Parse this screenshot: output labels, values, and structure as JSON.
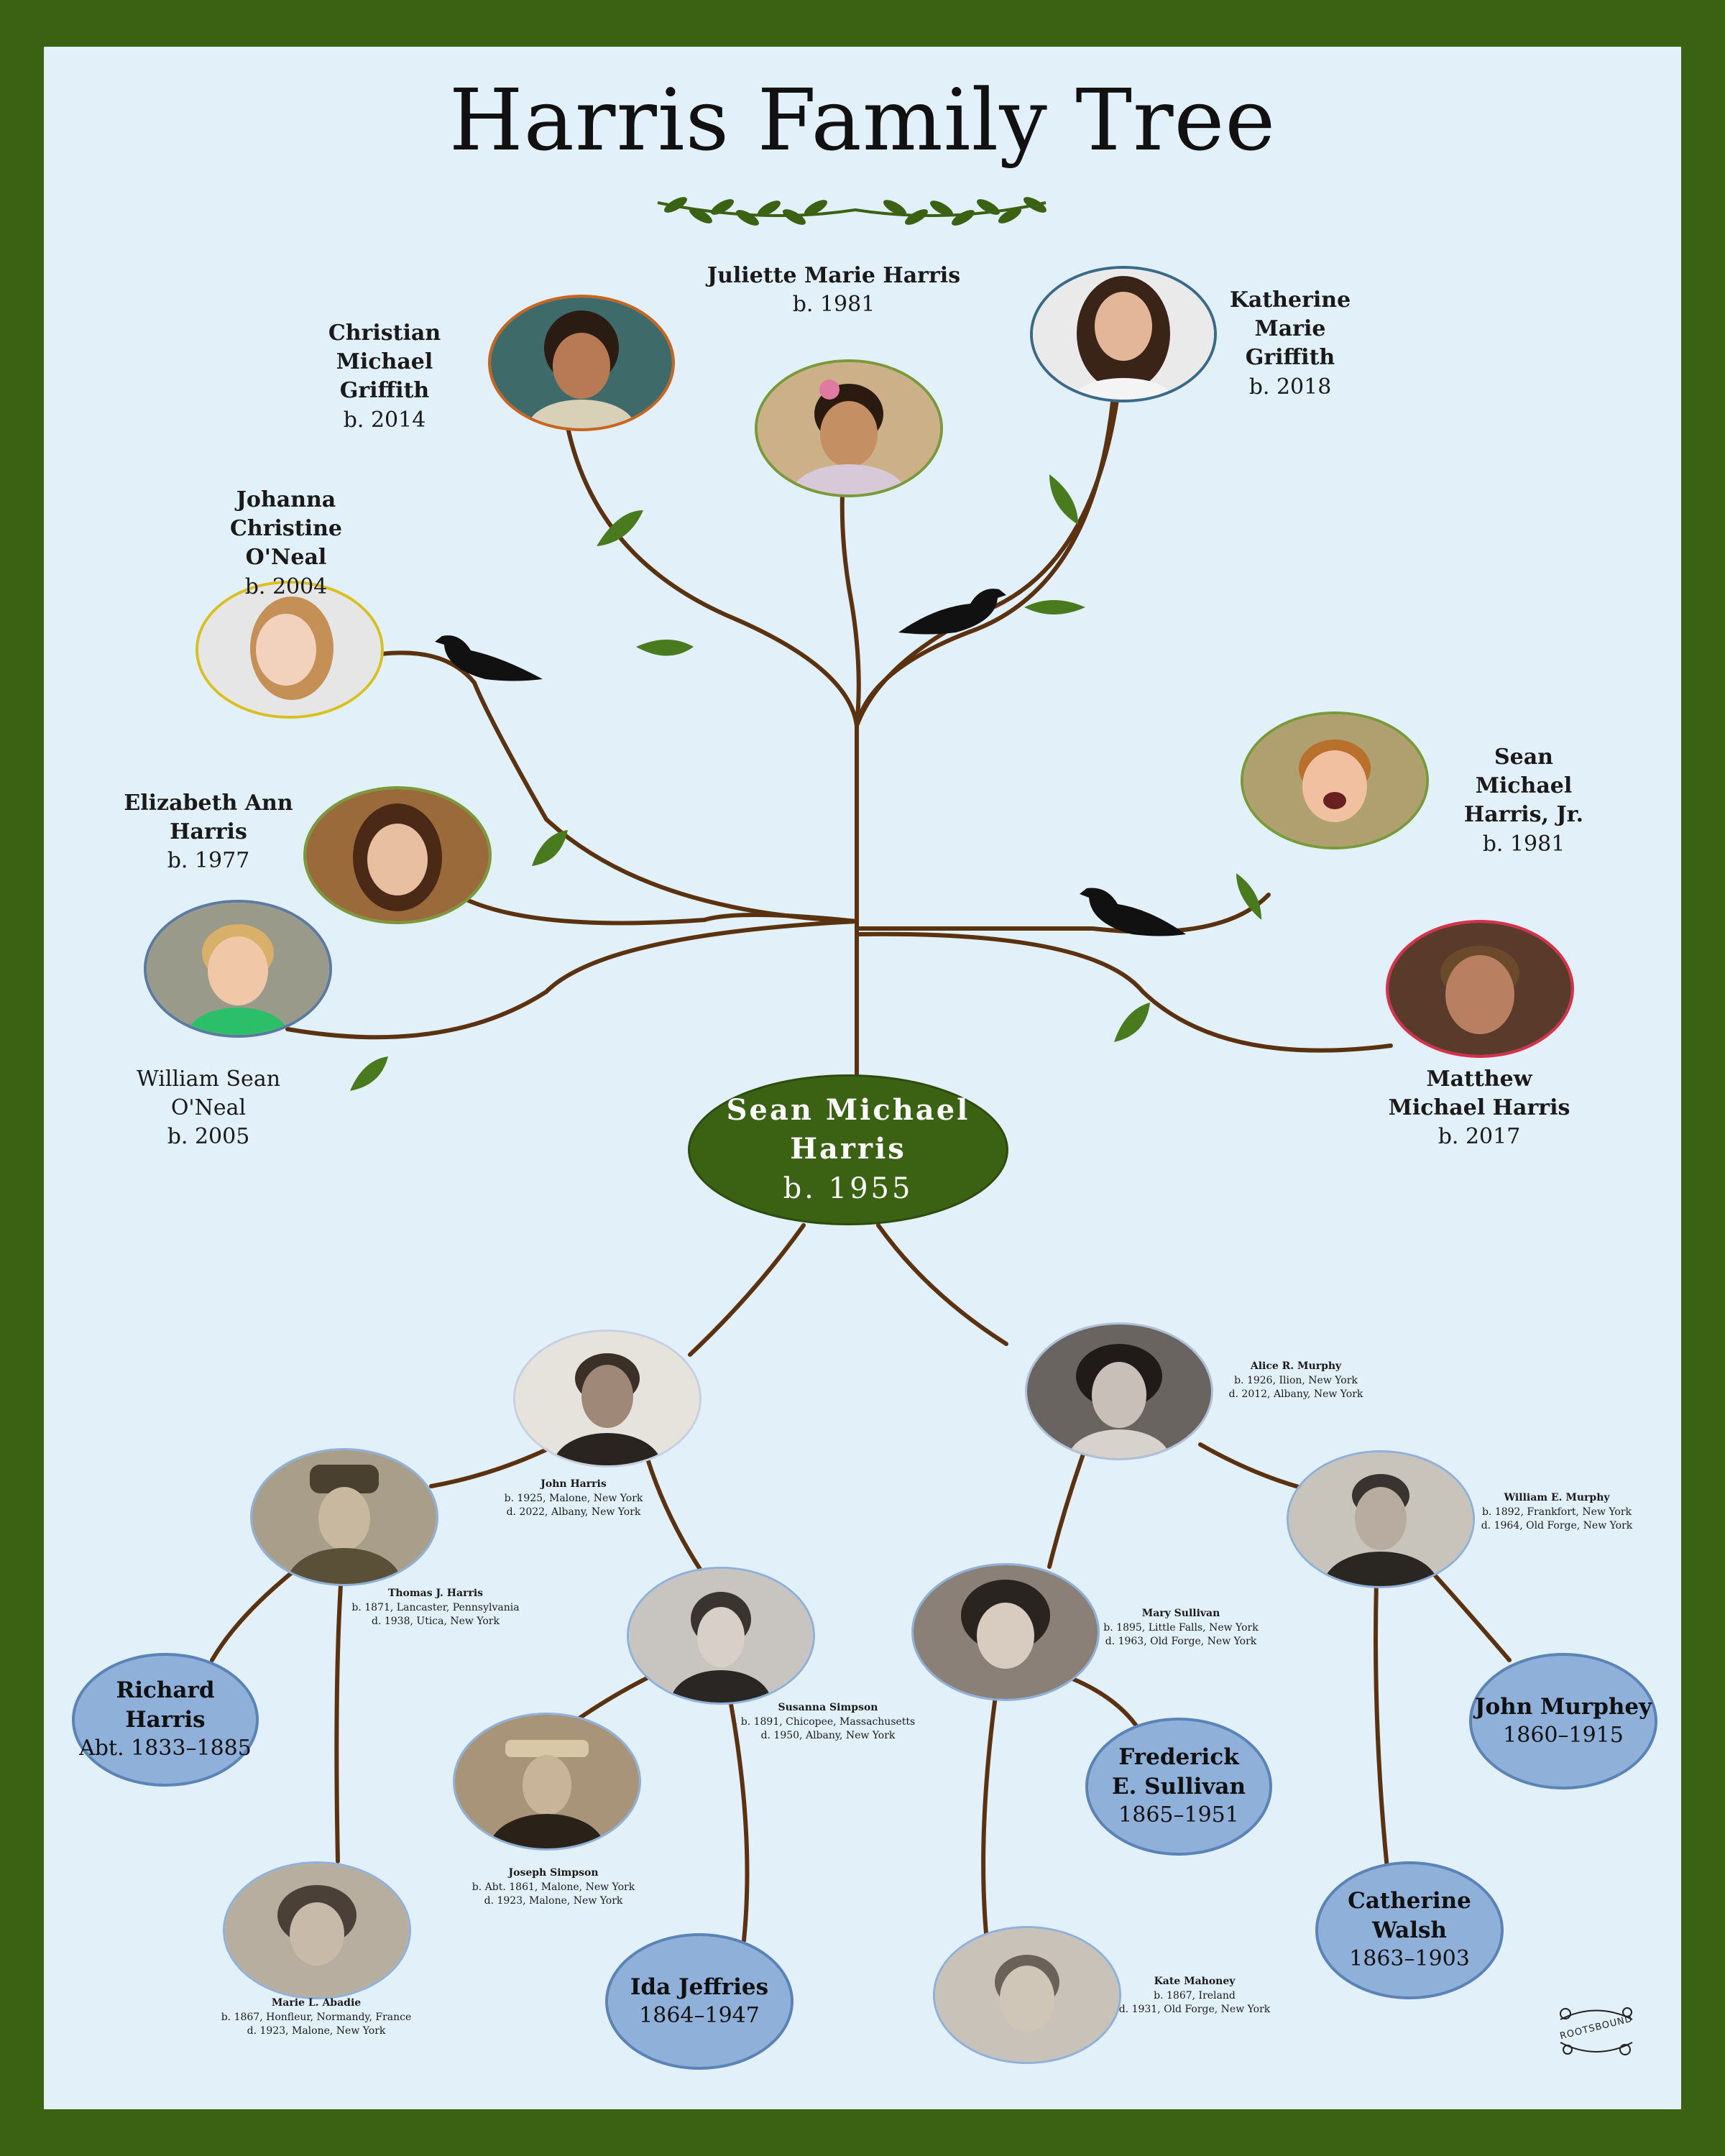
{
  "title": "Harris Family Tree",
  "colors": {
    "frame": "#3b6112",
    "panel": "#e2f0f9",
    "branch": "#5a3210",
    "leaf": "#4a7a1e",
    "ancestor_oval": "#8fb0d8",
    "root_oval": "#3b6112"
  },
  "root": {
    "name": "Sean Michael Harris",
    "dates": "b. 1955"
  },
  "descendants": [
    {
      "id": "christian",
      "name": "Christian Michael Griffith",
      "dates": "b. 2014"
    },
    {
      "id": "juliette",
      "name": "Juliette Marie Harris",
      "dates": "b. 1981"
    },
    {
      "id": "katherine",
      "name": "Katherine Marie Griffith",
      "dates": "b. 2018"
    },
    {
      "id": "johanna",
      "name": "Johanna Christine O'Neal",
      "dates": "b. 2004"
    },
    {
      "id": "elizabeth",
      "name": "Elizabeth Ann Harris",
      "dates": "b. 1977"
    },
    {
      "id": "william",
      "name": "William Sean O'Neal",
      "dates": "b. 2005"
    },
    {
      "id": "sean_jr",
      "name": "Sean Michael Harris, Jr.",
      "dates": "b. 1981"
    },
    {
      "id": "matthew",
      "name": "Matthew Michael Harris",
      "dates": "b. 2017"
    }
  ],
  "ancestors_photo": [
    {
      "id": "john_harris",
      "name": "John Harris",
      "birth": "b. 1925, Malone, New York",
      "death": "d. 2022, Albany, New York"
    },
    {
      "id": "alice_murphy",
      "name": "Alice R. Murphy",
      "birth": "b. 1926, Ilion, New York",
      "death": "d. 2012, Albany, New York"
    },
    {
      "id": "thomas_harris",
      "name": "Thomas J. Harris",
      "birth": "b. 1871, Lancaster, Pennsylvania",
      "death": "d. 1938, Utica, New York"
    },
    {
      "id": "susanna_simpson",
      "name": "Susanna Simpson",
      "birth": "b. 1891, Chicopee, Massachusetts",
      "death": "d. 1950, Albany, New York"
    },
    {
      "id": "mary_sullivan",
      "name": "Mary Sullivan",
      "birth": "b. 1895, Little Falls, New York",
      "death": "d. 1963, Old Forge, New York"
    },
    {
      "id": "william_murphy",
      "name": "William E. Murphy",
      "birth": "b. 1892, Frankfort, New York",
      "death": "d. 1964, Old Forge, New York"
    },
    {
      "id": "joseph_simpson",
      "name": "Joseph Simpson",
      "birth": "b. Abt. 1861, Malone, New York",
      "death": "d. 1923, Malone, New York"
    },
    {
      "id": "marie_abadie",
      "name": "Marie L.  Abadie",
      "birth": "b. 1867, Honfleur, Normandy, France",
      "death": "d. 1923, Malone, New York"
    },
    {
      "id": "kate_mahoney",
      "name": "Kate Mahoney",
      "birth": "b. 1867, Ireland",
      "death": "d. 1931, Old Forge, New York"
    }
  ],
  "ancestors_oval": [
    {
      "id": "richard_harris",
      "name": "Richard Harris",
      "dates": "Abt. 1833–1885"
    },
    {
      "id": "frederick_sullivan",
      "name": "Frederick E. Sullivan",
      "dates": "1865–1951"
    },
    {
      "id": "john_murphey",
      "name": "John Murphey",
      "dates": "1860–1915"
    },
    {
      "id": "catherine_walsh",
      "name": "Catherine Walsh",
      "dates": "1863–1903"
    },
    {
      "id": "ida_jeffries",
      "name": "Ida Jeffries",
      "dates": "1864–1947"
    }
  ],
  "logo": {
    "text": "ROOTSBOUND"
  }
}
